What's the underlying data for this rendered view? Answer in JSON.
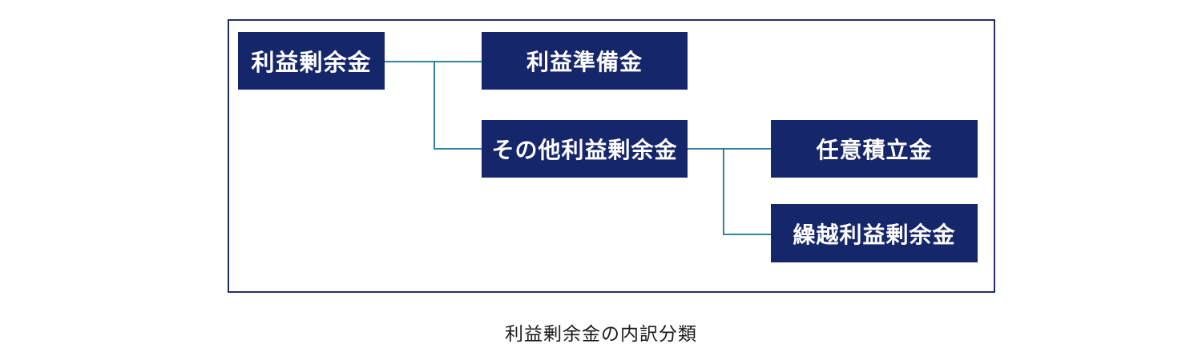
{
  "diagram": {
    "caption": "利益剰余金の内訳分類",
    "nodes": {
      "root": {
        "label": "利益剰余金"
      },
      "child1": {
        "label": "利益準備金"
      },
      "child2": {
        "label": "その他利益剰余金"
      },
      "grandchild1": {
        "label": "任意積立金"
      },
      "grandchild2": {
        "label": "繰越利益剰余金"
      }
    },
    "colors": {
      "canvas_bg": "#ffffff",
      "node_fill": "#16266b",
      "node_text": "#ffffff",
      "connector": "#31849b",
      "frame_border": "#1f3062",
      "caption_text": "#1a1a1a"
    }
  }
}
